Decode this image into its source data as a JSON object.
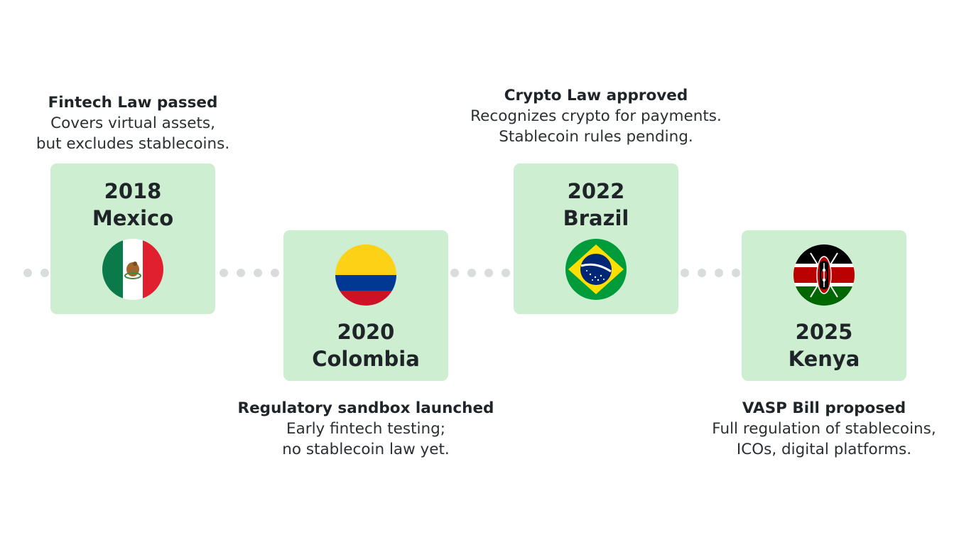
{
  "milestones": [
    {
      "year": "2018",
      "country": "Mexico",
      "flag_icon": "mexico-flag-icon",
      "headline": "Fintech Law passed",
      "lines": [
        "Covers virtual assets,",
        "but excludes stablecoins."
      ]
    },
    {
      "year": "2020",
      "country": "Colombia",
      "flag_icon": "colombia-flag-icon",
      "headline": "Regulatory sandbox launched",
      "lines": [
        "Early fintech testing;",
        "no stablecoin law yet."
      ]
    },
    {
      "year": "2022",
      "country": "Brazil",
      "flag_icon": "brazil-flag-icon",
      "headline": "Crypto Law approved",
      "lines": [
        "Recognizes crypto for payments.",
        "Stablecoin rules pending."
      ]
    },
    {
      "year": "2025",
      "country": "Kenya",
      "flag_icon": "kenya-flag-icon",
      "headline": "VASP Bill proposed",
      "lines": [
        "Full regulation of stablecoins,",
        "ICOs, digital platforms."
      ]
    }
  ],
  "colors": {
    "card_background": "#cdeed1",
    "connector_dot": "#d8dcdc",
    "text": "#1f2428"
  }
}
